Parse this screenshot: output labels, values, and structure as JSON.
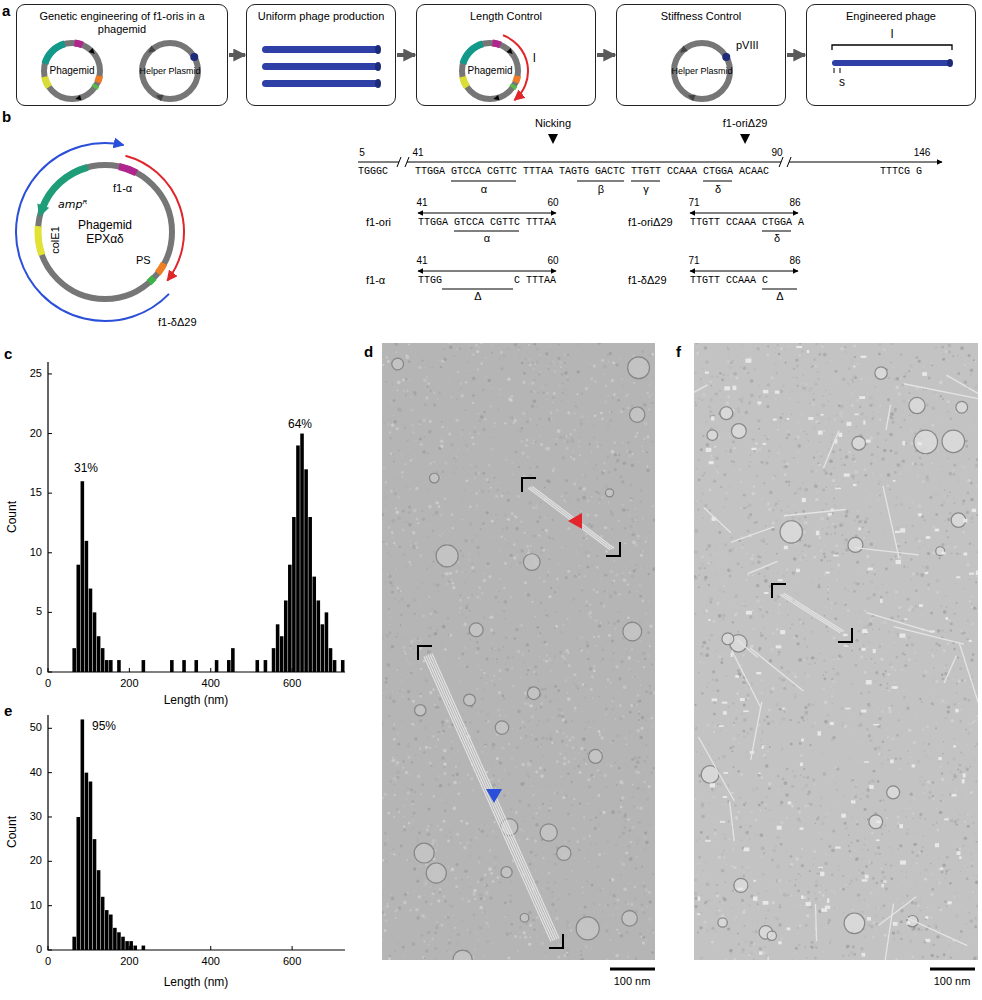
{
  "diagram": {
    "nodes": [
      {
        "text": [
          "Genetic engineering of f1-oris in a phagemid"
        ]
      },
      {
        "text": [
          "Phagemid"
        ],
        "in": 0
      },
      {
        "text": [
          "Helper Plasmid"
        ],
        "in": 0
      },
      {
        "text": [
          "Uniform phage production"
        ]
      },
      {
        "text": [
          "Length Control"
        ]
      },
      {
        "text": [
          "Phagemid"
        ],
        "in": 4
      },
      {
        "text": [
          "Stiffness Control"
        ]
      },
      {
        "text": [
          "Helper Plasmid"
        ],
        "in": 6
      },
      {
        "text": [
          "Engineered phage"
        ]
      },
      {
        "text": [
          "Phagemid EPXαδ"
        ]
      }
    ],
    "edges": [
      {
        "from": 0,
        "to": 3,
        "arrow": "to"
      },
      {
        "from": 3,
        "to": 4,
        "arrow": "to"
      },
      {
        "from": 4,
        "to": 6,
        "arrow": "to"
      },
      {
        "from": 6,
        "to": 8,
        "arrow": "to"
      }
    ],
    "labels": [
      "a",
      "l",
      "pVIII",
      "l",
      "s",
      "b",
      "f1-α",
      "ampᴿ",
      "colE1",
      "PS",
      "f1-δΔ29",
      "5",
      "41",
      "Nicking",
      "f1-oriΔ29",
      "90",
      "146",
      "TGGGC",
      "TTGGA GTCCA CGTTC TTTAA TAGTG GACTC TTGTT CCAAA CTGGA ACAAC",
      "TTTCG G",
      "α",
      "β",
      "γ",
      "δ",
      "f1-ori",
      "41",
      "60",
      "TTGGA GTCCA CGTTC TTTAA",
      "α",
      "f1-oriΔ29",
      "71",
      "86",
      "TTGTT CCAAA CTGGA A",
      "δ",
      "f1-α",
      "41",
      "60",
      "TTGG",
      "C TTTAA",
      "Δ",
      "f1-δΔ29",
      "71",
      "86",
      "TTGTT CCAAA C",
      "Δ",
      "c",
      "Count",
      "Length (nm)",
      "0",
      "5",
      "10",
      "15",
      "20",
      "25",
      "0",
      "200",
      "400",
      "600",
      "31%",
      "64%",
      "d",
      "100 nm",
      "e",
      "Count",
      "Length (nm)",
      "0",
      "10",
      "20",
      "30",
      "40",
      "50",
      "0",
      "200",
      "400",
      "600",
      "95%",
      "f",
      "100 nm"
    ]
  }
}
